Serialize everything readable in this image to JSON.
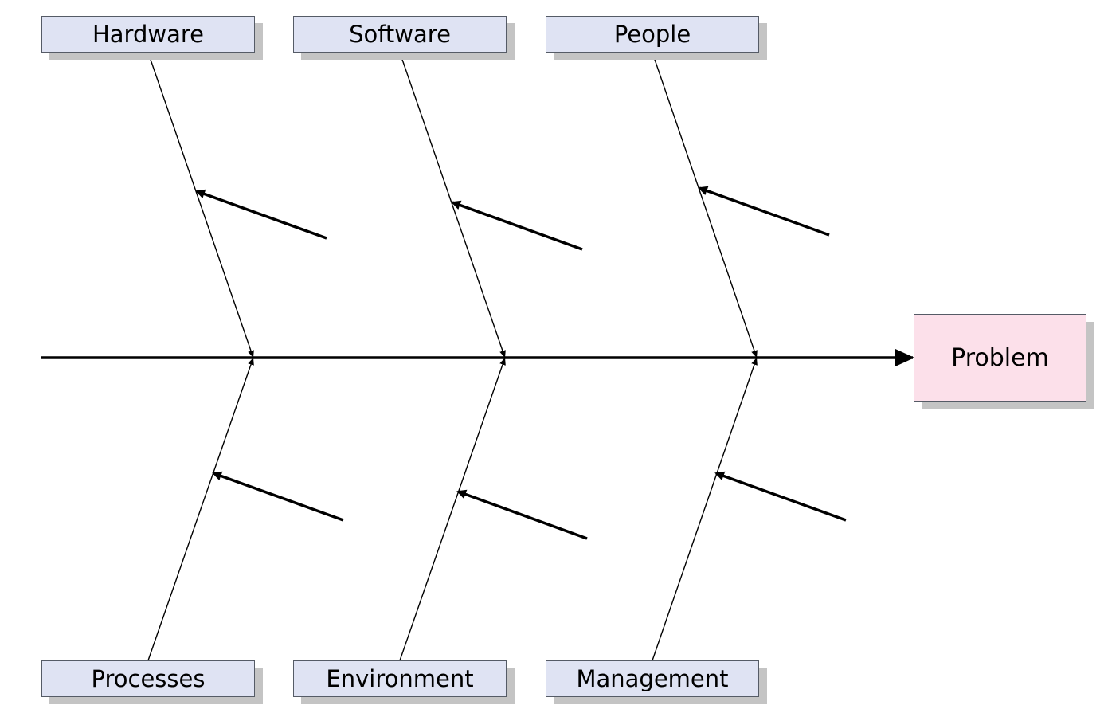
{
  "diagram": {
    "type": "fishbone",
    "problem": {
      "label": "Problem",
      "fill": "#fce0ea"
    },
    "category_fill": "#dfe3f3",
    "line_color": "#000000",
    "categories": [
      {
        "label": "Hardware",
        "side": "top"
      },
      {
        "label": "Software",
        "side": "top"
      },
      {
        "label": "People",
        "side": "top"
      },
      {
        "label": "Processes",
        "side": "bottom"
      },
      {
        "label": "Environment",
        "side": "bottom"
      },
      {
        "label": "Management",
        "side": "bottom"
      }
    ]
  }
}
